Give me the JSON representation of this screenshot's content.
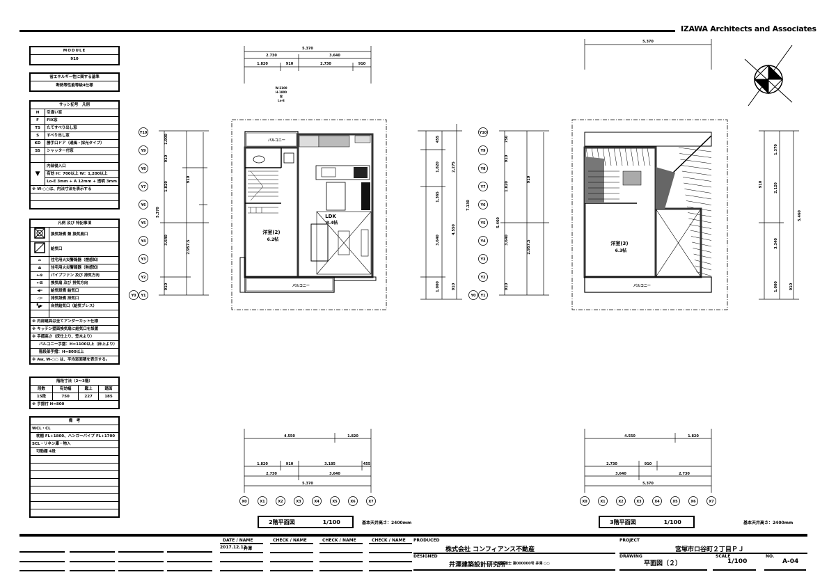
{
  "firm": "IZAWA Architects and Associates",
  "module": {
    "title": "MODULE",
    "value": "910"
  },
  "energy": {
    "title": "省エネルギー性に関する基準",
    "value": "断熱等性能等級4仕様"
  },
  "sash": {
    "title": "サッシ記号　凡例",
    "items": [
      {
        "code": "H",
        "label": "引違い窓"
      },
      {
        "code": "F",
        "label": "FIX窓"
      },
      {
        "code": "TS",
        "label": "たてすべり出し窓"
      },
      {
        "code": "S",
        "label": "すべり出し窓"
      },
      {
        "code": "KD",
        "label": "勝手口ドア（通風・採光タイプ）"
      },
      {
        "code": "SS",
        "label": "シャッター付窓"
      }
    ],
    "entry_label": "内部侵入口",
    "entry_spec1": "有効 H：700以上 W：1,200以上",
    "entry_spec2": "Lo-E 3mm + A 12mm + 透明 3mm",
    "note": "※ W-○○は、内法寸法を表示する"
  },
  "legend": {
    "title": "凡例 及び 特記事項",
    "items": [
      "換気設備 兼 換気扇口",
      "給気口",
      "住宅用火災警報器（煙感知）",
      "住宅用火災警報器（熱感知）",
      "パイプファン 及び 排気方向",
      "換気扇 及び 排気方向",
      "給気設備 給気口",
      "排気設備 排気口",
      "自然給気口（給気ブレス）"
    ],
    "notes": [
      "※ 内部建具は全てアンダーカット仕様",
      "※ キッチン壁面換気扇に給気口を設置",
      "※ 手摺高さ（床仕上り、笠木より）",
      "バルコニー手摺：H=1100以上（床上より）",
      "階段部手摺：H=800以上",
      "※ Aw, W-○○ は、平均窓面積を表示する。"
    ]
  },
  "stairs": {
    "title": "階段寸法（2〜3階）",
    "headers": [
      "段数",
      "有効幅",
      "蹴上",
      "踏面"
    ],
    "values": [
      "15段",
      "750",
      "227",
      "185"
    ],
    "note": "※ 手摺付 H=800"
  },
  "remarks": {
    "title": "備　考",
    "lines": [
      "WCL・CL",
      "枕棚 FL+1800、ハンガーパイプ FL+1700",
      "SCL・リネン庫・物入",
      "可動棚 4段"
    ]
  },
  "plan2": {
    "title": "2階平面図",
    "scale": "1/100",
    "ceiling": "基本天井高さ：2400mm",
    "dims_top": [
      "5.370",
      "2.730",
      "3.640",
      "1.820",
      "910",
      "2.730",
      "910"
    ],
    "dims_bottom": [
      "4.550",
      "1.820",
      "1.820",
      "910",
      "3.185",
      "455",
      "2.730",
      "3.640",
      "5.370"
    ],
    "dims_left": [
      "1.000",
      "910",
      "1.820",
      "910",
      "5.370",
      "3.640",
      "2.957.5",
      "910"
    ],
    "dims_right": [
      "455",
      "1.820",
      "2.275",
      "1.365",
      "7.130",
      "4.550",
      "3.640",
      "1.000",
      "910"
    ],
    "rooms": [
      {
        "name": "洋室(2)",
        "area": "6.2帖"
      },
      {
        "name": "LDK",
        "area": "8.4帖"
      }
    ],
    "balcony": "バルコニー",
    "window_tags": [
      "W-2100",
      "H-1800",
      "窓",
      "Lo-E"
    ]
  },
  "plan3": {
    "title": "3階平面図",
    "scale": "1/100",
    "ceiling": "基本天井高さ：2400mm",
    "dims_top": [
      "5.370"
    ],
    "dims_bottom": [
      "4.550",
      "1.820",
      "2.730",
      "910",
      "3.640",
      "2.730",
      "5.370"
    ],
    "dims_left": [
      "750",
      "910",
      "1.820",
      "910",
      "5.460",
      "3.640",
      "2.957.5",
      "910"
    ],
    "dims_right": [
      "1.370",
      "910",
      "2.120",
      "5.460",
      "3.340",
      "1.000",
      "910"
    ],
    "rooms": [
      {
        "name": "洋室(3)",
        "area": "6.3帖"
      }
    ],
    "balcony": "バルコニー"
  },
  "grid_x": [
    "X0",
    "X1",
    "X2",
    "X3",
    "X4",
    "X5",
    "X6",
    "X7"
  ],
  "grid_y": [
    "Y10",
    "Y9",
    "Y8",
    "Y7",
    "Y6",
    "Y5",
    "Y4",
    "Y3",
    "Y2",
    "Y1"
  ],
  "title_block": {
    "date_label": "DATE / NAME",
    "check_labels": [
      "CHECK / NAME",
      "CHECK / NAME",
      "CHECK / NAME"
    ],
    "date": "2017.12.12",
    "name": "井澤",
    "produced_label": "PRODUCED",
    "produced": "株式会社 コンフィアンス不動産",
    "designed_label": "DESIGNED",
    "designed": "井澤建築設計研究所",
    "registration": "一級建築士 第000000号 井澤 ○○",
    "project_label": "PROJECT",
    "project": "宮塚市ロ谷町２丁目ＰＪ",
    "drawing_label": "DRAWING",
    "drawing": "平面図（２）",
    "scale_label": "SCALE",
    "scale": "1/100",
    "no_label": "NO.",
    "no": "A-04"
  }
}
